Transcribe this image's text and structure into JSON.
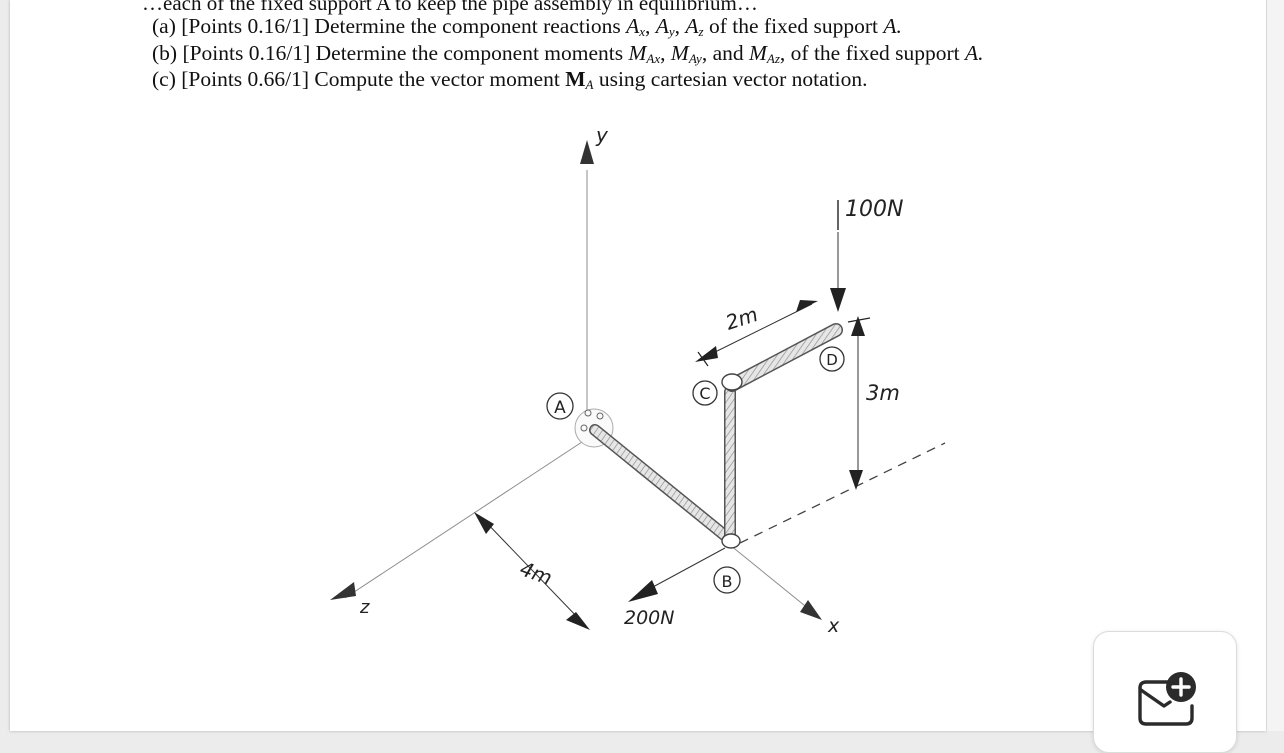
{
  "document": {
    "cut_line": "…each of the fixed support A to keep the pipe assembly in equilibrium…",
    "questions": {
      "a": {
        "prefix": "(a) [Points 0.16/1] Determine the component reactions ",
        "suffix": " of the fixed support ",
        "end": "A."
      },
      "b": {
        "prefix": "(b) [Points 0.16/1] Determine the component moments ",
        "suffix": " of the fixed support ",
        "end": "A."
      },
      "c": {
        "prefix": "(c) [Points 0.66/1] Compute the vector moment ",
        "suffix": " using cartesian vector notation."
      }
    }
  },
  "figure": {
    "axis_y": "y",
    "axis_z": "z",
    "axis_x": "x",
    "point_a": "A",
    "point_b": "B",
    "point_c": "C",
    "point_d": "D",
    "dim_cd": "2m",
    "dim_vertical": "3m",
    "dim_ab": "4m",
    "force_top": "100N",
    "force_bottom": "200N"
  },
  "attach_button": {
    "icon": "mail-add-icon",
    "accent": "#2b2b2b"
  }
}
